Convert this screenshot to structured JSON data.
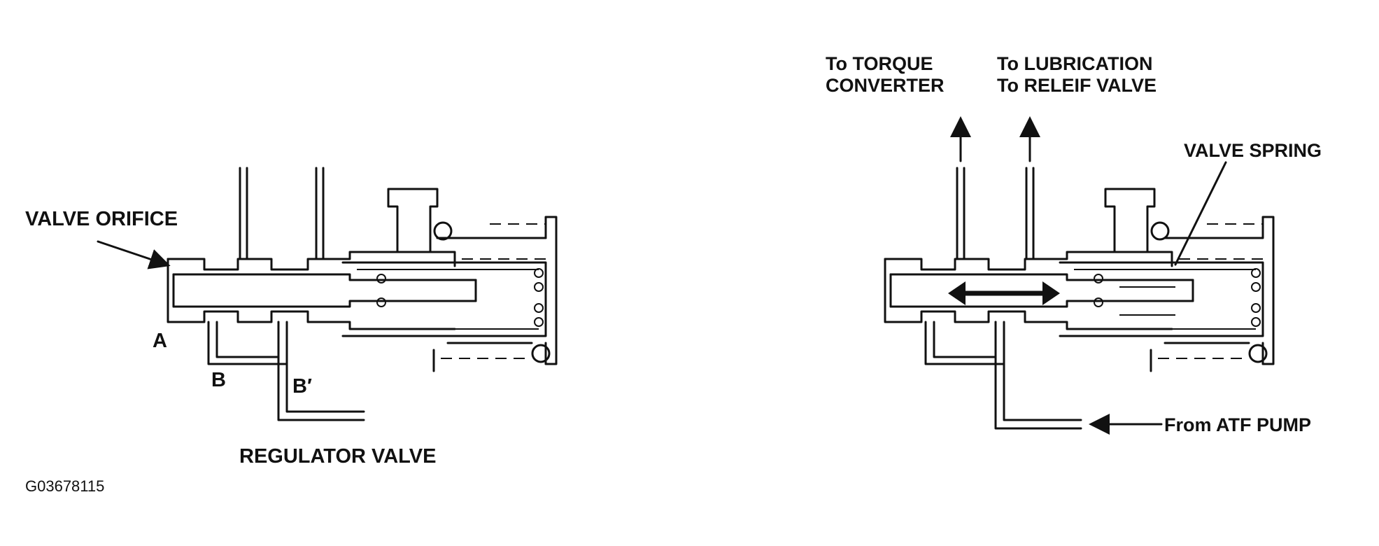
{
  "diagram": {
    "figure_code": "G03678115",
    "left": {
      "valve_orifice": "VALVE ORIFICE",
      "port_a": "A",
      "port_b": "B",
      "port_b_prime": "B′",
      "regulator_valve": "REGULATOR VALVE"
    },
    "right": {
      "to_torque_line1": "To TORQUE",
      "to_torque_line2": "CONVERTER",
      "to_lube_line1": "To LUBRICATION",
      "to_lube_line2": "To RELEIF VALVE",
      "valve_spring": "VALVE SPRING",
      "from_atf_pump": "From ATF PUMP"
    }
  }
}
